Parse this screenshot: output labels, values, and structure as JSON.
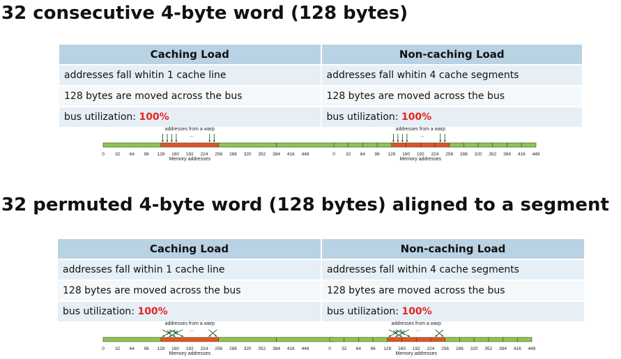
{
  "slide1": {
    "title": "32 consecutive 4-byte word (128 bytes)",
    "table": {
      "headers": [
        "Caching Load",
        "Non-caching Load"
      ],
      "rows": [
        [
          "addresses fall whitin 1 cache line",
          "addresses fall whitin 4 cache segments"
        ],
        [
          "128 bytes are moved across the bus",
          "128 bytes are moved across the bus"
        ]
      ],
      "utilization_label": "bus utilization: ",
      "utilization_values": [
        "100%",
        "100%"
      ]
    }
  },
  "slide2": {
    "title": "32 permuted 4-byte word (128 bytes) aligned to a segment",
    "table": {
      "headers": [
        "Caching Load",
        "Non-caching Load"
      ],
      "rows": [
        [
          "addresses fall within 1 cache line",
          "addresses fall within 4 cache segments"
        ],
        [
          "128 bytes are moved across the bus",
          "128 bytes are moved across the bus"
        ]
      ],
      "utilization_label": "bus utilization: ",
      "utilization_values": [
        "100%",
        "100%"
      ]
    }
  },
  "diagram": {
    "warp_label": "addresses from a warp",
    "ellipsis": "...",
    "axis_label": "Memory addresses",
    "ticks": [
      0,
      32,
      64,
      96,
      128,
      160,
      192,
      224,
      256,
      288,
      320,
      352,
      384,
      416,
      448
    ],
    "accessed_range": [
      128,
      256
    ],
    "colors": {
      "normal": "#8cc84b",
      "accessed": "#e2571f",
      "arrow": "#1f5a2a"
    }
  },
  "diagrams": [
    {
      "variant": "consecutive",
      "segment_size": 128
    },
    {
      "variant": "consecutive",
      "segment_size": 32
    },
    {
      "variant": "permuted",
      "segment_size": 128
    },
    {
      "variant": "permuted",
      "segment_size": 32
    }
  ]
}
